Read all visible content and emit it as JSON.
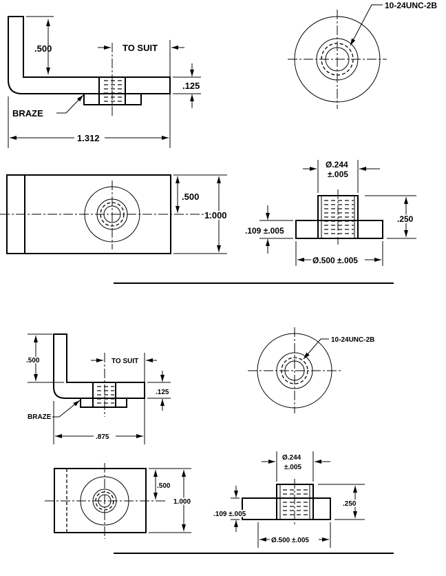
{
  "drawing_a": {
    "dim_height": ".500",
    "to_suit": "TO SUIT",
    "thickness": ".125",
    "braze": "BRAZE",
    "length": "1.312",
    "thread_callout": "10-24UNC-2B",
    "plan_half": ".500",
    "plan_width": "1.000",
    "insert_dia": "Ø.244",
    "insert_dia_tol": "±.005",
    "insert_height": ".250",
    "flange_thk": ".109 ±.005",
    "flange_dia": "Ø.500 ±.005"
  },
  "drawing_b": {
    "dim_height": ".500",
    "to_suit": "TO SUIT",
    "thickness": ".125",
    "braze": "BRAZE",
    "length": ".875",
    "thread_callout": "10-24UNC-2B",
    "plan_half": ".500",
    "plan_width": "1.000",
    "insert_dia": "Ø.244",
    "insert_dia_tol": "±.005",
    "insert_height": ".250",
    "flange_thk": ".109 ±.005",
    "flange_dia": "Ø.500 ±.005"
  }
}
